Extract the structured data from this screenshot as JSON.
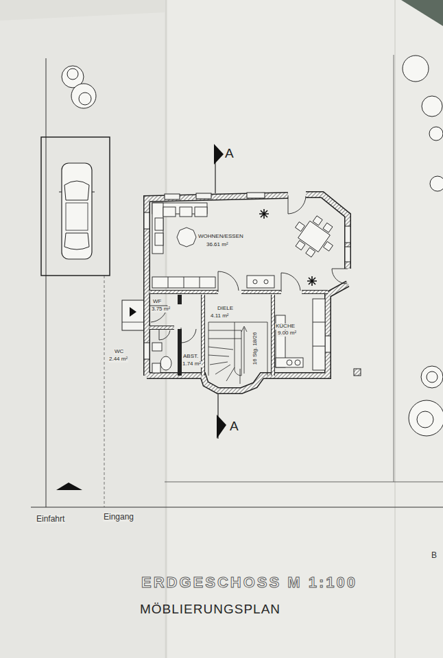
{
  "diagram": {
    "title": "ERDGESCHOSS M 1:100",
    "caption": "MÖBLIERUNGSPLAN",
    "labels": [
      "A",
      "WOHNEN/ESSEN",
      "36.61 m²",
      "WF",
      "3.75 m²",
      "DIELE",
      "4.11 m²",
      "16 Stg. 18/26",
      "KÜCHE",
      "9.00 m²",
      "WC",
      "2.44 m²",
      "ABST.",
      "1.74 m²",
      "A",
      "Einfahrt",
      "Eingang",
      "B"
    ]
  }
}
